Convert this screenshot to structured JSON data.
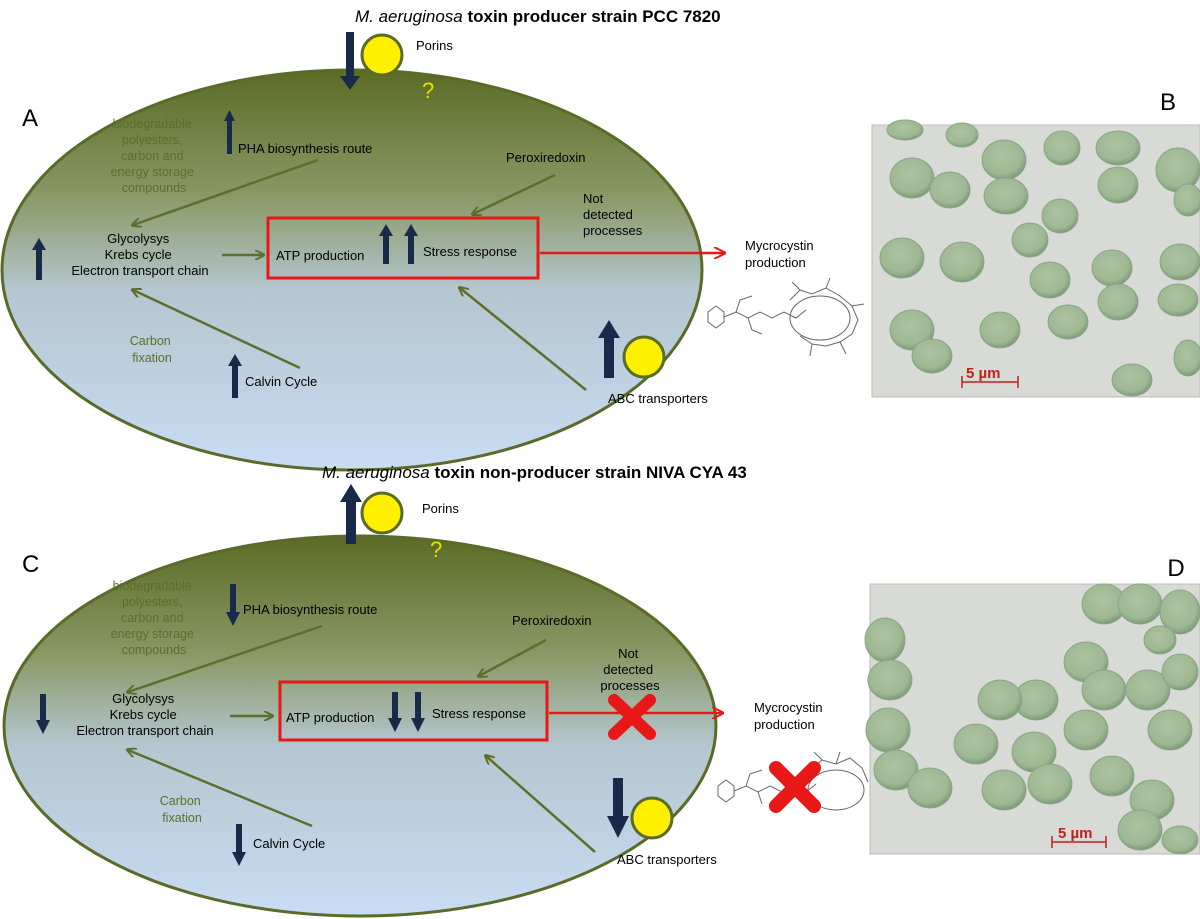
{
  "top": {
    "title_italic": "M. aeruginosa",
    "title_bold": " toxin producer strain PCC 7820",
    "panel_letter": "A",
    "micro_letter": "B",
    "porins": "Porins",
    "question": "?",
    "pha_group": [
      "biodegradable",
      "polyesters,",
      "carbon and",
      "energy storage",
      "compounds"
    ],
    "pha_route": "PHA biosynthesis route",
    "peroxiredoxin": "Peroxiredoxin",
    "not_detected": [
      "Not",
      "detected",
      "processes"
    ],
    "glyco": [
      "Glycolysys",
      "Krebs cycle",
      "Electron transport chain"
    ],
    "atp": "ATP production",
    "stress": "Stress response",
    "myco": [
      "Mycrocystin",
      "production"
    ],
    "carbon_fix": [
      "Carbon",
      "fixation"
    ],
    "calvin": "Calvin Cycle",
    "abc": "ABC transporters",
    "scale": "5 µm"
  },
  "bottom": {
    "title_italic": "M.  aeruginosa",
    "title_bold": " toxin non-producer strain NIVA CYA 43",
    "panel_letter": "C",
    "micro_letter": "D",
    "porins": "Porins",
    "question": "?",
    "pha_group": [
      "biodegradable",
      "polyesters,",
      "carbon and",
      "energy storage",
      "compounds"
    ],
    "pha_route": "PHA biosynthesis route",
    "peroxiredoxin": "Peroxiredoxin",
    "not_detected": [
      "Not",
      "detected",
      "processes"
    ],
    "glyco": [
      "Glycolysys",
      "Krebs cycle",
      "Electron transport chain"
    ],
    "atp": "ATP production",
    "stress": "Stress response",
    "myco": [
      "Mycrocystin",
      "production"
    ],
    "carbon_fix": [
      "Carbon",
      "fixation"
    ],
    "calvin": "Calvin Cycle",
    "abc": "ABC transporters",
    "scale": "5 µm"
  },
  "colors": {
    "cell_top": "#5b6b25",
    "cell_bottom": "#c8dcf4",
    "olive_arrow": "#5e6e2c",
    "olive_text": "#5b6f2a",
    "navy_arrow": "#182a4a",
    "red": "#e81818",
    "yellow": "#fff000",
    "question": "#e8e000"
  }
}
